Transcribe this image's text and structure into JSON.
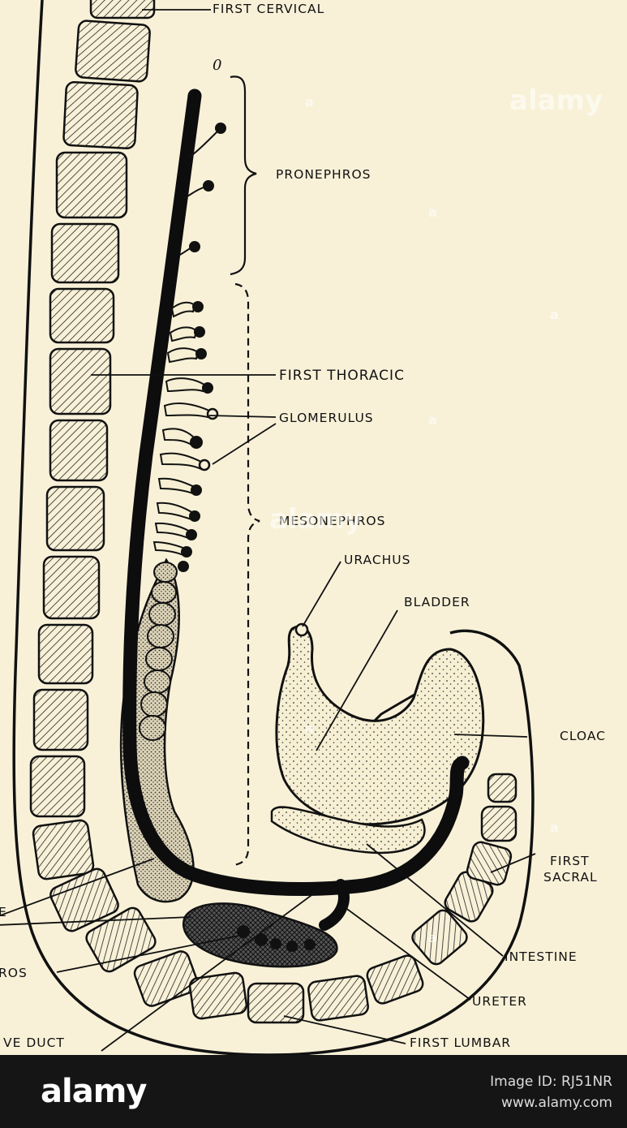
{
  "labels": {
    "first_cervical": "FIRST CERVICAL",
    "zero": "0",
    "pronephros": "PRONEPHROS",
    "first_thoracic": "FIRST THORACIC",
    "glomerulus": "GLOMERULUS",
    "mesonephros": "MESONEPHROS",
    "urachus": "URACHUS",
    "bladder": "BLADDER",
    "cloaca": "CLOAC",
    "first_sacral_1": "FIRST",
    "first_sacral_2": "SACRAL",
    "cut_left_top": "E",
    "cut_left_mid": "ROS",
    "cut_left_bottom": "VE DUCT",
    "intestine": "INTESTINE",
    "ureter": "URETER",
    "first_lumbar": "FIRST LUMBAR"
  },
  "watermarks": {
    "brand": "alamy",
    "letter": "a"
  },
  "footer": {
    "logo": "alamy",
    "image_id": "Image ID: RJ51NR",
    "site": "www.alamy.com"
  }
}
